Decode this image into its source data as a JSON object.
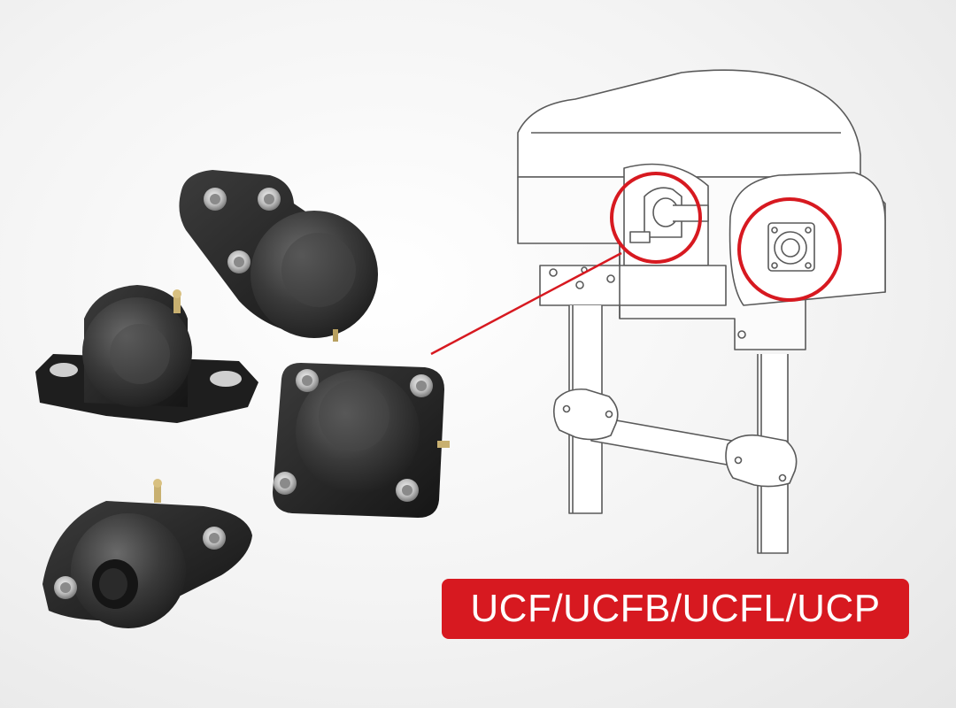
{
  "caption": {
    "text": "UCF/UCFB/UCFL/UCP"
  },
  "colors": {
    "accent": "#d71920",
    "housing": "#2b2b2b",
    "line_drawing": "#555555",
    "background": "#f0f0f0"
  },
  "products": [
    {
      "icon": "two-bolt-diamond-flange-bearing"
    },
    {
      "icon": "pillow-block-bearing"
    },
    {
      "icon": "square-flange-bearing"
    },
    {
      "icon": "oval-flange-bearing"
    }
  ],
  "diagram": {
    "icon": "conveyor-machine-line-drawing"
  }
}
